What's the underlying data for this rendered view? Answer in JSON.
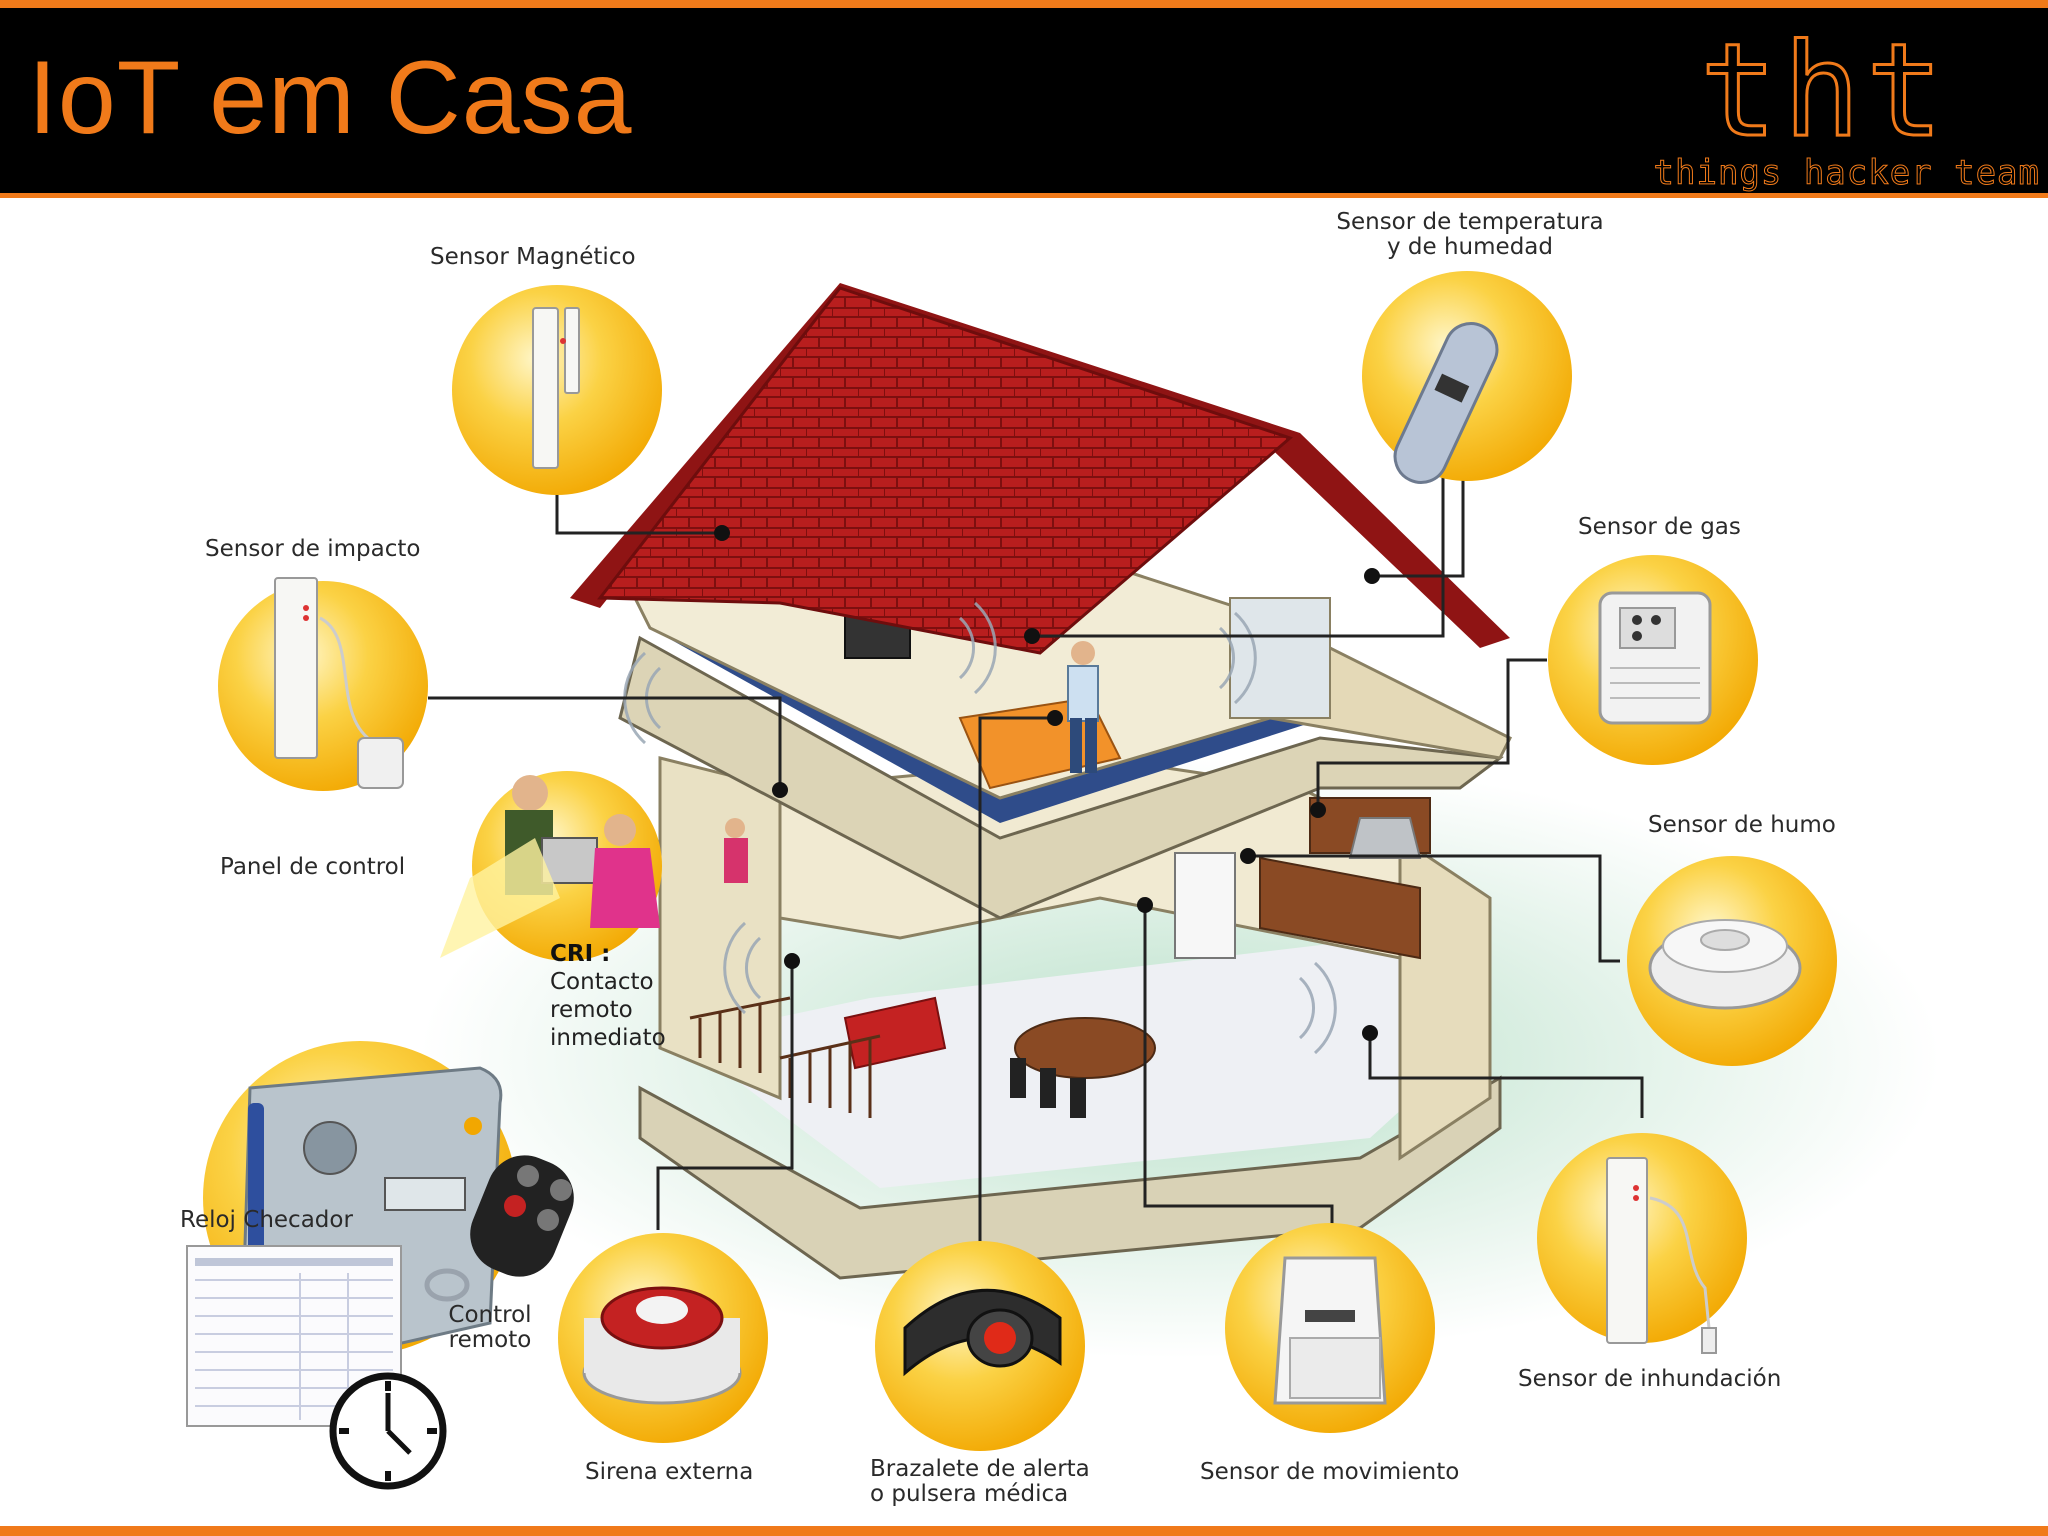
{
  "header": {
    "title": "IoT em Casa",
    "logo_mark": "tht",
    "logo_text": "things hacker team"
  },
  "labels": {
    "magnetic": "Sensor Magnético",
    "temperature_1": "Sensor de temperatura",
    "temperature_2": "y de humedad",
    "gas": "Sensor de gas",
    "impact": "Sensor de impacto",
    "smoke": "Sensor de humo",
    "panel": "Panel de control",
    "cri_title": "CRI :",
    "cri_1": "Contacto",
    "cri_2": "remoto",
    "cri_3": "inmediato",
    "clock": "Reloj Checador",
    "remote_1": "Control",
    "remote_2": "remoto",
    "flood": "Sensor de inhundación",
    "siren": "Sirena externa",
    "bracelet_1": "Brazalete de alerta",
    "bracelet_2": "o pulsera médica",
    "motion": "Sensor de movimiento"
  },
  "colors": {
    "accent": "#f07a1a",
    "roof": "#b81e1e",
    "badge": "#f5b400",
    "floor": "#2f4c8a"
  }
}
